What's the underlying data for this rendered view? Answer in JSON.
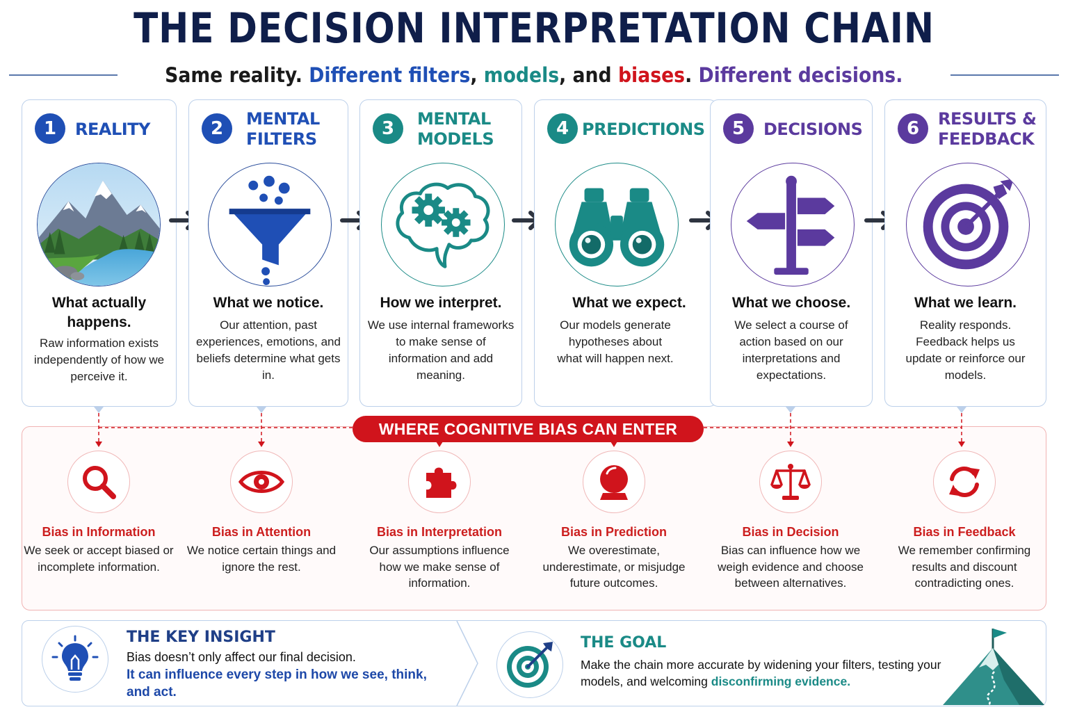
{
  "header": {
    "title": "THE DECISION INTERPRETATION CHAIN",
    "subtitle": {
      "part1": "Same reality.",
      "part2": "Different filters",
      "part3": ",",
      "part4": "models",
      "part5": ", and",
      "part6": "biases",
      "part7": ".",
      "part8": "Different decisions."
    }
  },
  "colors": {
    "navy": "#0f1e4a",
    "blue": "#1f4fb5",
    "teal": "#1a8a86",
    "purple": "#5b3a9e",
    "red": "#d0141c"
  },
  "steps": [
    {
      "number": "1",
      "title": "REALITY",
      "icon": "mountain-landscape-icon",
      "heading": "What actually happens.",
      "body": "Raw information exists independently of how we perceive it."
    },
    {
      "number": "2",
      "title": "MENTAL FILTERS",
      "icon": "funnel-icon",
      "heading": "What we notice.",
      "body": "Our attention, past experiences, emotions, and beliefs determine what gets in."
    },
    {
      "number": "3",
      "title": "MENTAL MODELS",
      "icon": "brain-gears-icon",
      "heading": "How we interpret.",
      "body": "We use internal frameworks to make sense of information and add meaning."
    },
    {
      "number": "4",
      "title": "PREDICTIONS",
      "icon": "binoculars-icon",
      "heading": "What we expect.",
      "body": "Our models generate hypotheses about what will happen next."
    },
    {
      "number": "5",
      "title": "DECISIONS",
      "icon": "signpost-icon",
      "heading": "What we choose.",
      "body": "We select a course of action based on our interpretations and expectations."
    },
    {
      "number": "6",
      "title": "RESULTS & FEEDBACK",
      "icon": "target-icon",
      "heading": "What we learn.",
      "body": "Reality responds. Feedback helps us update or reinforce our models."
    }
  ],
  "bias": {
    "banner": "WHERE COGNITIVE BIAS CAN ENTER",
    "items": [
      {
        "icon": "magnifier-icon",
        "title": "Bias in Information",
        "body": "We seek or accept biased or incomplete information."
      },
      {
        "icon": "eye-icon",
        "title": "Bias in Attention",
        "body": "We notice certain things and ignore the rest."
      },
      {
        "icon": "puzzle-icon",
        "title": "Bias in Interpretation",
        "body": "Our assumptions influence how we make sense of information."
      },
      {
        "icon": "crystal-ball-icon",
        "title": "Bias in Prediction",
        "body": "We overestimate, underestimate, or misjudge future outcomes."
      },
      {
        "icon": "scales-icon",
        "title": "Bias in Decision",
        "body": "Bias can influence how we weigh evidence and choose between alternatives."
      },
      {
        "icon": "refresh-icon",
        "title": "Bias in Feedback",
        "body": "We remember confirming results and discount contradicting ones."
      }
    ]
  },
  "insight": {
    "icon": "lightbulb-icon",
    "title": "THE KEY INSIGHT",
    "line1": "Bias doesn’t only affect our final decision.",
    "line2": "It can influence every step in how we see, think, and act."
  },
  "goal": {
    "icon": "target-icon",
    "title": "THE GOAL",
    "body": "Make the chain more accurate by widening your filters, testing your models, and welcoming",
    "highlight": "disconfirming evidence."
  }
}
